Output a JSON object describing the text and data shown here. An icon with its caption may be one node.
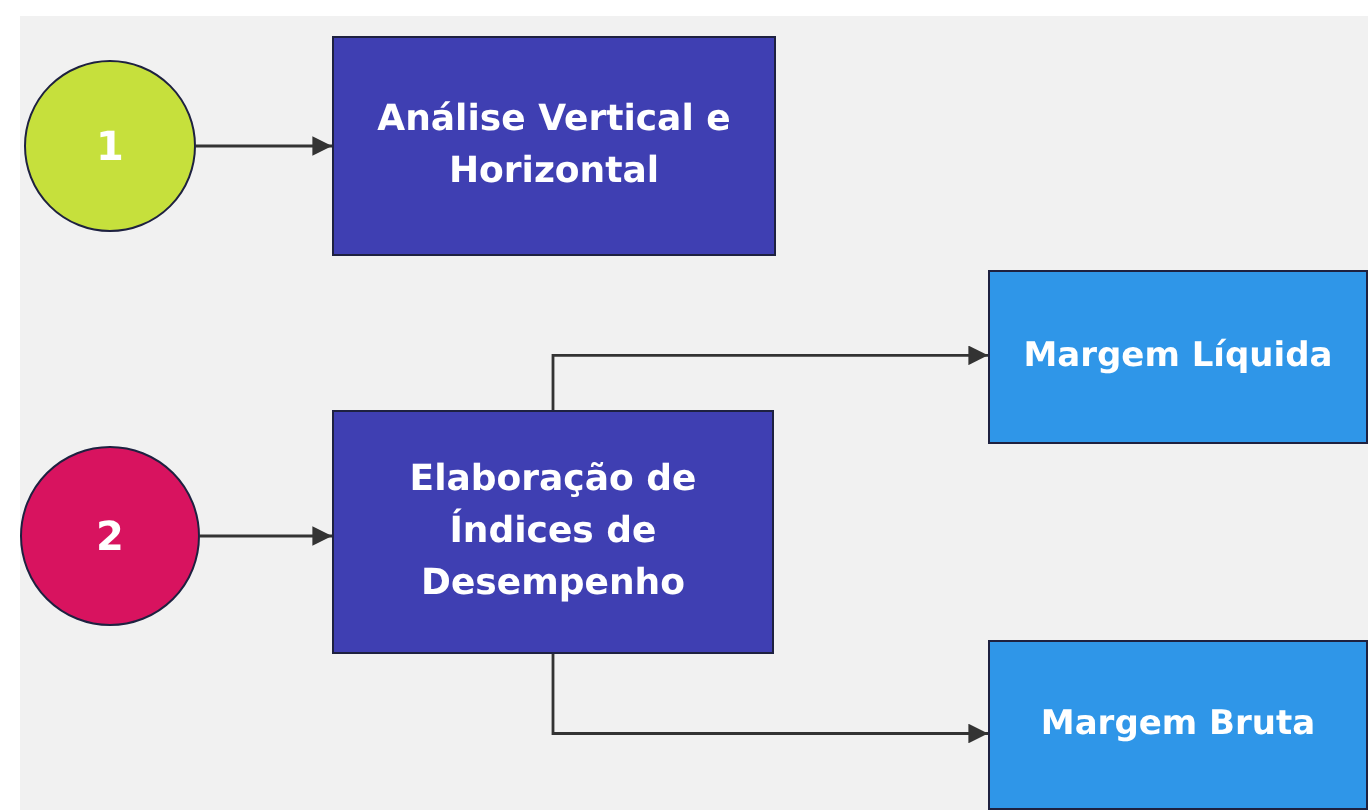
{
  "diagram": {
    "nodes": [
      {
        "text": [
          "1"
        ]
      },
      {
        "text": [
          "Análise Vertical e Horizontal"
        ]
      },
      {
        "text": [
          "2"
        ]
      },
      {
        "text": [
          "Elaboração de Índices de Desempenho"
        ]
      },
      {
        "text": [
          "Margem Líquida"
        ]
      },
      {
        "text": [
          "Margem Bruta"
        ]
      }
    ],
    "edges": [
      {
        "from": 0,
        "to": 1,
        "arrow": "to"
      },
      {
        "from": 2,
        "to": 3,
        "arrow": "to"
      },
      {
        "from": 3,
        "to": 4,
        "arrow": "to"
      },
      {
        "from": 3,
        "to": 5,
        "arrow": "to"
      }
    ]
  }
}
